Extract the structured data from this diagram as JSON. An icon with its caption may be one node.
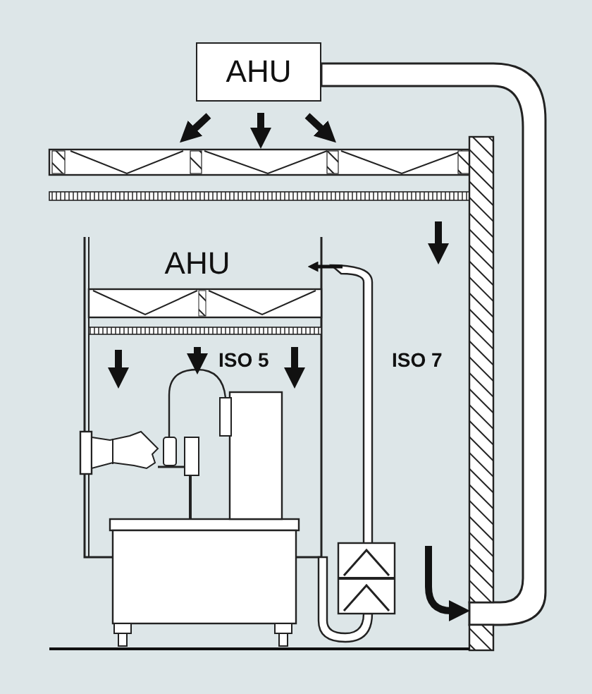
{
  "diagram": {
    "nodes": [
      {
        "text": [
          "AHU"
        ]
      },
      {
        "text": [
          "AHU"
        ]
      }
    ],
    "labels": [
      "ISO 5",
      "ISO 7"
    ]
  }
}
